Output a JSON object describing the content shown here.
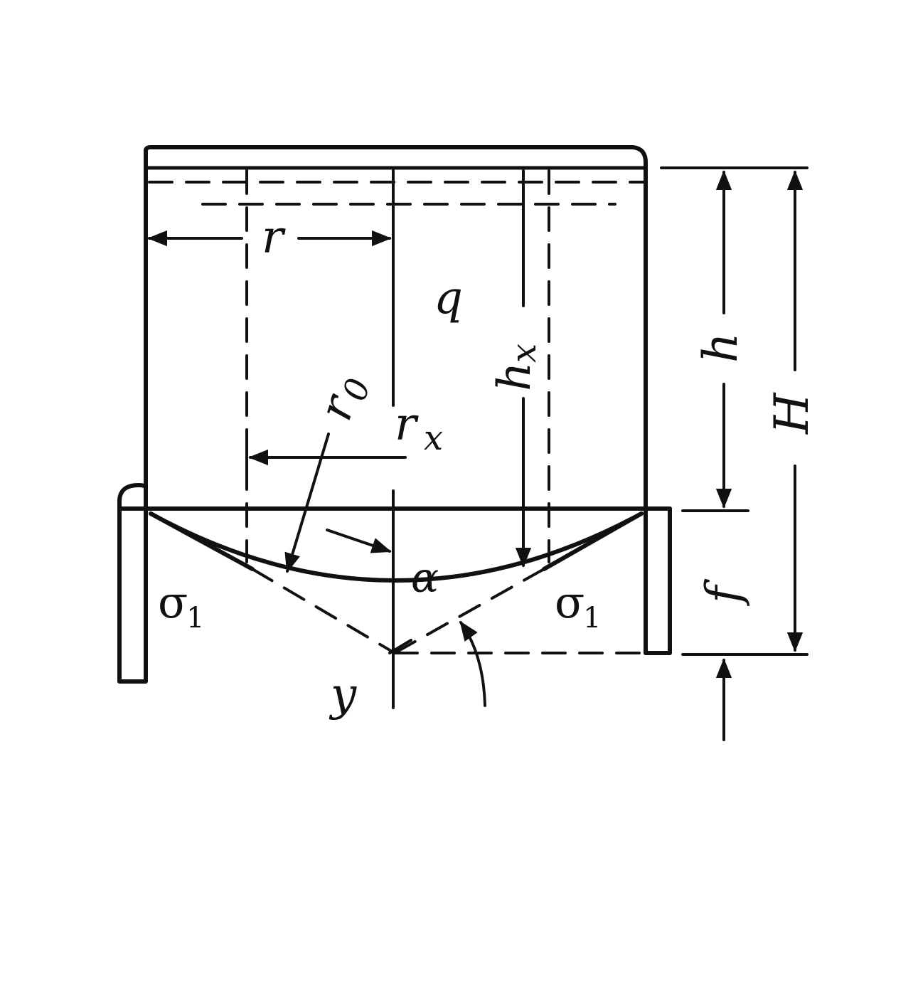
{
  "labels": {
    "r": "r",
    "q": "q",
    "h_x": "h",
    "h_x_sub": "x",
    "h": "h",
    "H": "H",
    "r_0": "r",
    "r_0_sub": "0",
    "r_x": "r",
    "r_x_sub": "x",
    "alpha": "α",
    "sigma_left": "σ",
    "sigma_left_sub": "1",
    "sigma_right": "σ",
    "sigma_right_sub": "1",
    "f": "f",
    "y": "y"
  },
  "colors": {
    "ink": "#111111",
    "paper": "#ffffff"
  }
}
